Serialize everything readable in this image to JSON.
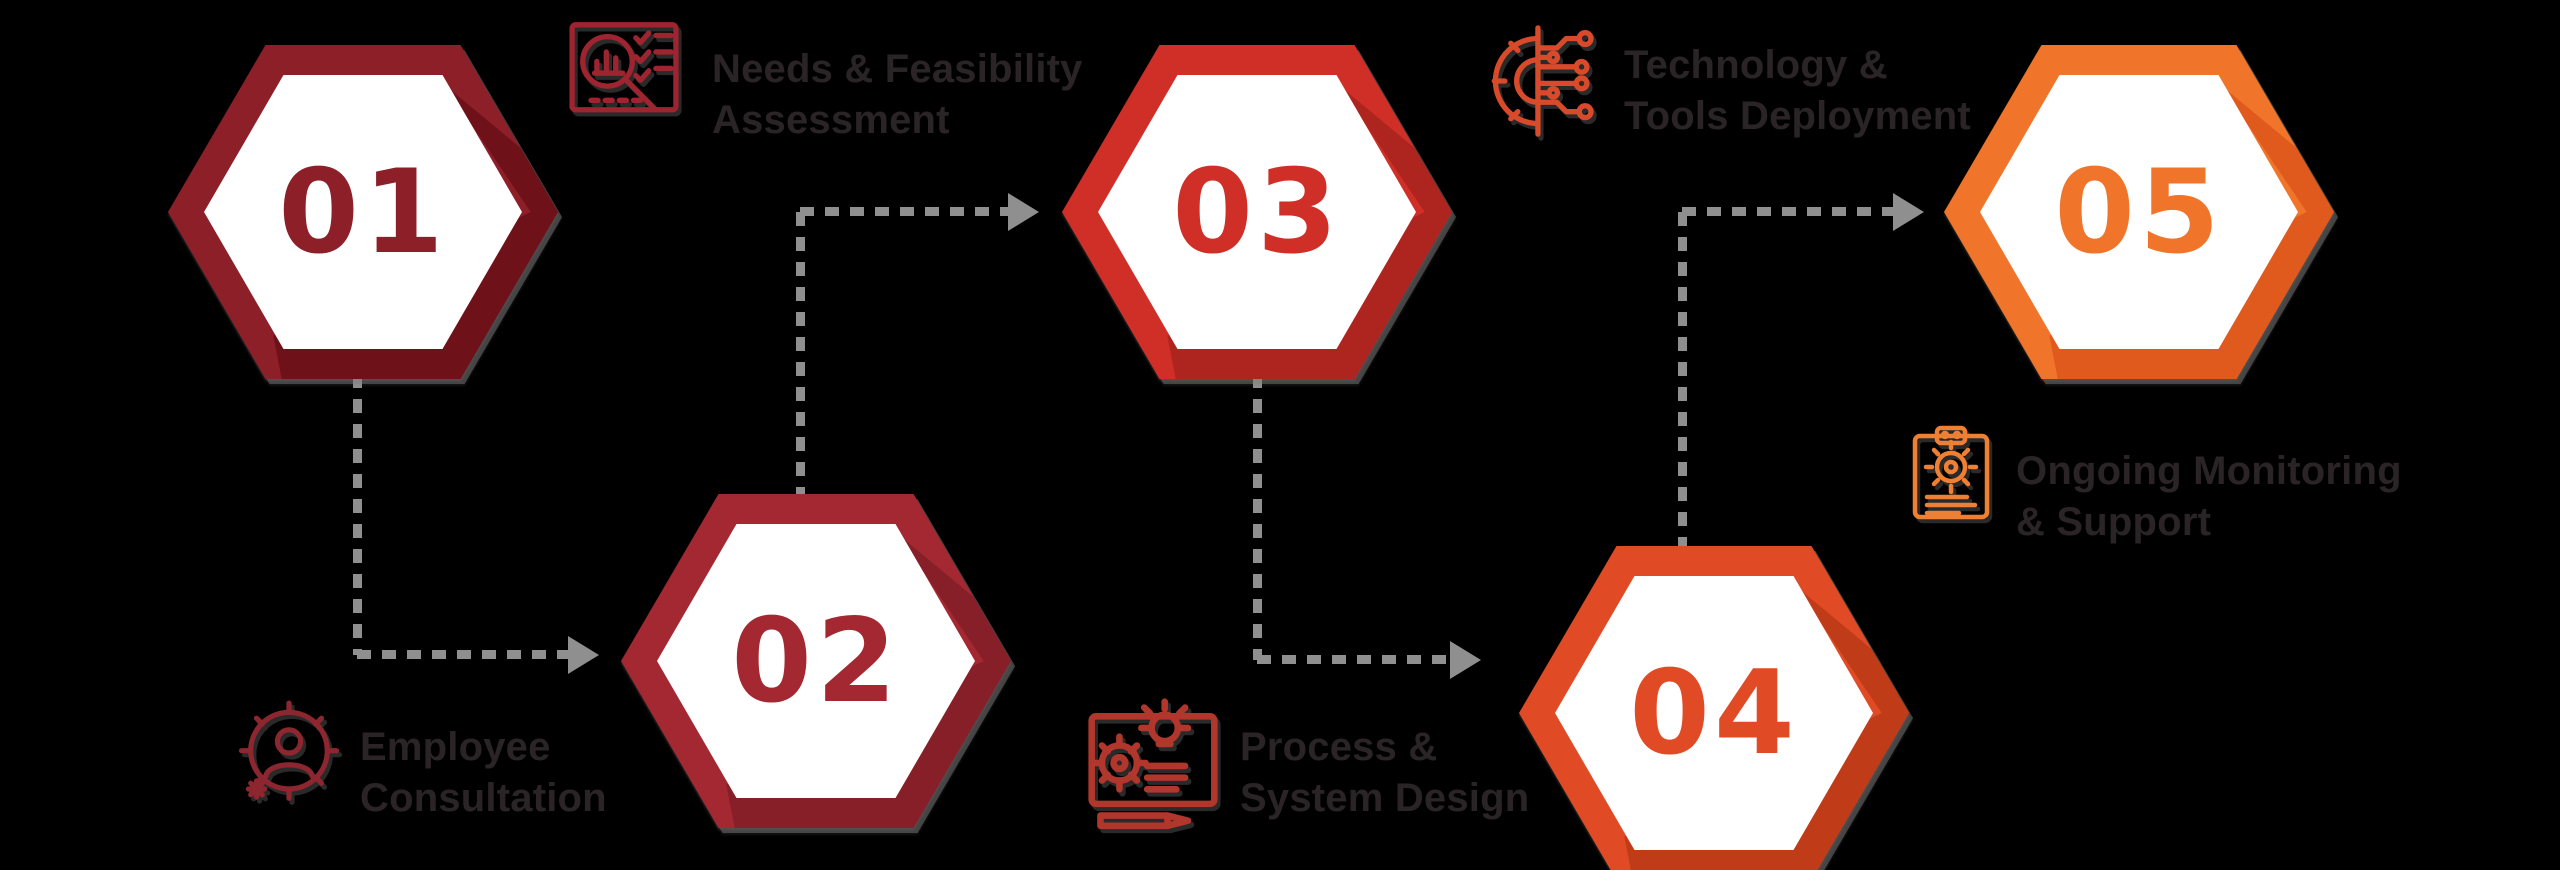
{
  "background_color": "#000000",
  "connector_color": "#8F8F8F",
  "label_text_color": "#2B2426",
  "steps": [
    {
      "number": "01",
      "title": "Needs & Feasibility\nAssessment",
      "hex_color": "#8D1F28",
      "hex_shadow_color": "#6E1119",
      "icon": "assessment-icon",
      "icon_color": "#9E2430"
    },
    {
      "number": "02",
      "title": "Employee\nConsultation",
      "hex_color": "#A32831",
      "hex_shadow_color": "#871F29",
      "icon": "consultation-icon",
      "icon_color": "#8E2630"
    },
    {
      "number": "03",
      "title": "Process &\nSystem Design",
      "hex_color": "#CF2F27",
      "hex_shadow_color": "#AE241E",
      "icon": "design-icon",
      "icon_color": "#B1362C"
    },
    {
      "number": "04",
      "title": "Technology &\nTools Deployment",
      "hex_color": "#E04B26",
      "hex_shadow_color": "#C03C19",
      "icon": "technology-icon",
      "icon_color": "#D94A2B"
    },
    {
      "number": "05",
      "title": "Ongoing Monitoring\n& Support",
      "hex_color": "#F0752A",
      "hex_shadow_color": "#E05A1E",
      "icon": "monitoring-icon",
      "icon_color": "#EF7F33"
    }
  ],
  "flow_arrows": [
    "01→02",
    "02→03",
    "03→04",
    "04→05"
  ]
}
